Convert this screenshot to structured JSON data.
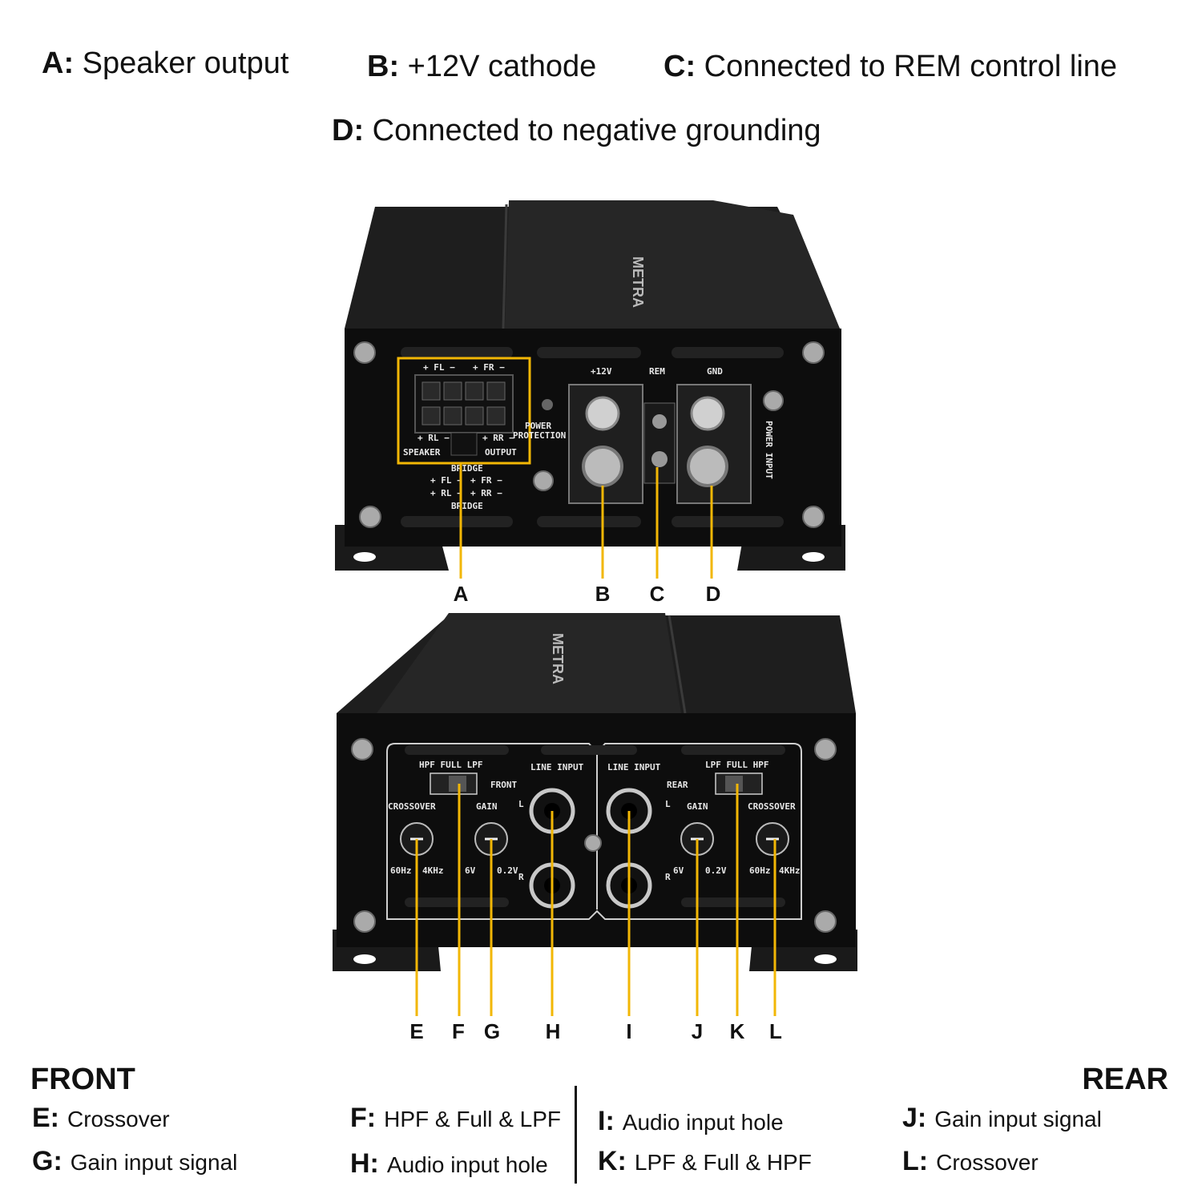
{
  "legend_top": [
    {
      "letter": "A:",
      "text": "Speaker output"
    },
    {
      "letter": "B:",
      "text": "+12V cathode"
    },
    {
      "letter": "C:",
      "text": "Connected to REM control line"
    },
    {
      "letter": "D:",
      "text": "Connected to negative grounding"
    }
  ],
  "callouts_top": [
    "A",
    "B",
    "C",
    "D"
  ],
  "callouts_bottom": [
    "E",
    "F",
    "G",
    "H",
    "I",
    "J",
    "K",
    "L"
  ],
  "amp_top_labels": {
    "fl": "+ FL −",
    "fr": "+ FR −",
    "rl": "+ RL −",
    "rr": "+ RR −",
    "speaker": "SPEAKER",
    "output": "OUTPUT",
    "power": "POWER",
    "protection": "PROTECTION",
    "bridge": "BRIDGE",
    "bfl": "+ FL −",
    "bfr": "+ FR −",
    "brl": "+ RL −",
    "brr": "+ RR −",
    "v12": "+12V",
    "rem": "REM",
    "gnd": "GND",
    "power_input": "POWER INPUT",
    "brand": "METRA"
  },
  "amp_bottom_labels": {
    "hpf_full_lpf": "HPF FULL LPF",
    "lpf_full_hpf": "LPF FULL HPF",
    "front": "FRONT",
    "rear": "REAR",
    "crossover": "CROSSOVER",
    "gain": "GAIN",
    "line_input": "LINE INPUT",
    "l": "L",
    "r": "R",
    "hz60": "60Hz",
    "khz4": "4KHz",
    "v6": "6V",
    "v02": "0.2V",
    "brand": "METRA"
  },
  "front_title": "FRONT",
  "rear_title": "REAR",
  "bottom_legend": {
    "e": {
      "letter": "E:",
      "text": "Crossover"
    },
    "g": {
      "letter": "G:",
      "text": "Gain input signal"
    },
    "f": {
      "letter": "F:",
      "text": "HPF & Full & LPF"
    },
    "h": {
      "letter": "H:",
      "text": "Audio input hole"
    },
    "i": {
      "letter": "I:",
      "text": "Audio input hole"
    },
    "k": {
      "letter": "K:",
      "text": "LPF & Full & HPF"
    },
    "j": {
      "letter": "J:",
      "text": "Gain input signal"
    },
    "l": {
      "letter": "L:",
      "text": "Crossover"
    }
  },
  "colors": {
    "callout_line": "#f2b705",
    "amp_body": "#151515",
    "amp_face": "#0b0b0b",
    "highlight_box": "#f2b705"
  }
}
